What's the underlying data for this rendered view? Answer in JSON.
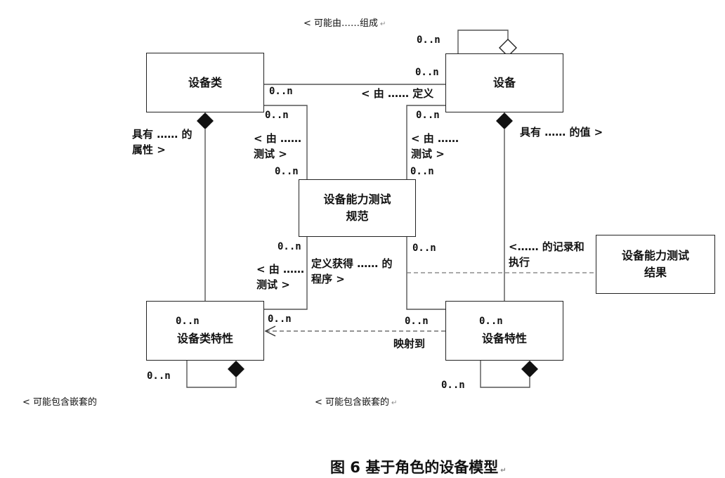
{
  "top_note": "< 可能由……组成",
  "bottom_note_left": "< 可能包含嵌套的",
  "bottom_note_right": "< 可能包含嵌套的",
  "return_mark": "↵",
  "caption": "图 6 基于角色的设备模型",
  "boxes": {
    "device_class": "设备类",
    "device": "设备",
    "spec": [
      "设备能力测试",
      "规范"
    ],
    "result": [
      "设备能力测试",
      "结果"
    ],
    "class_feature": "设备类特性",
    "device_feature": "设备特性"
  },
  "labels": {
    "defined_by": "< 由 …… 定义",
    "has_attribute": [
      "具有 …… 的",
      "属性 >"
    ],
    "has_value": "具有 …… 的值 >",
    "tested_by_left": [
      "< 由 ……",
      "测试 >"
    ],
    "tested_by_right": [
      "< 由 ……",
      "测试 >"
    ],
    "tested_by_bottom": [
      "< 由 ……",
      "测试 >"
    ],
    "procedure": [
      "定义获得 …… 的",
      "程序 >"
    ],
    "record": [
      "<…… 的记录和",
      "执行"
    ],
    "maps_to": "映射到"
  },
  "multiplicity": {
    "device_self": "0..n",
    "device_assoc": "0..n",
    "class_assoc": "0..n",
    "class_to_spec": "0..n",
    "spec_top_left": "0..n",
    "device_to_spec": "0..n",
    "spec_top_right": "0..n",
    "spec_bottom_left": "0..n",
    "spec_bottom_right": "0..n",
    "class_feature_top": "0..n",
    "class_feature_right": "0..n",
    "device_feature_left": "0..n",
    "device_feature_top": "0..n",
    "class_feature_self": "0..n",
    "device_feature_self": "0..n"
  }
}
